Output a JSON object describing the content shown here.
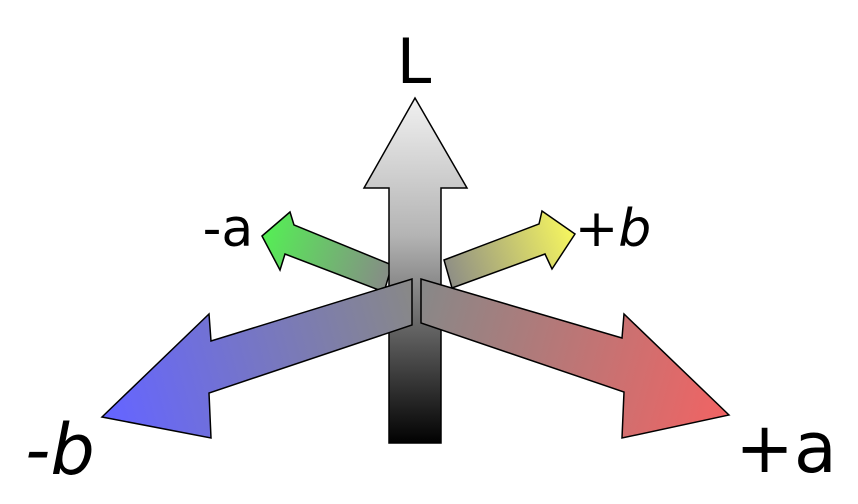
{
  "labels": {
    "l": "L",
    "minus_a": "-a",
    "plus_b": "+b",
    "minus_b": "-b",
    "plus_a": "+a"
  },
  "colors": {
    "lightness_top": "#f2f2f2",
    "lightness_bottom": "#000000",
    "green": "#55ee55",
    "yellow": "#f4f460",
    "blue": "#6565ff",
    "red": "#ef6464",
    "neutral": "#888888",
    "outline": "#000000"
  }
}
